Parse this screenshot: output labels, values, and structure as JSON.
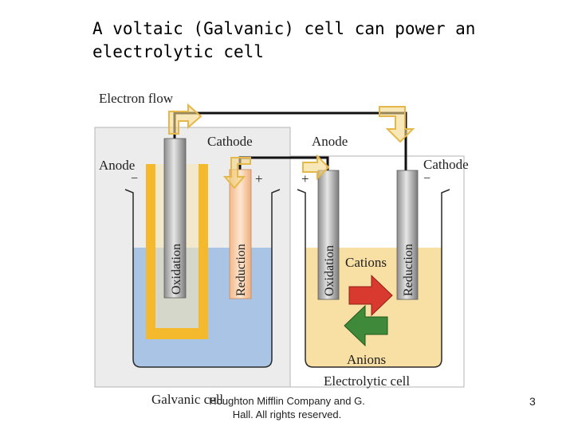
{
  "slide": {
    "title_line1": "A voltaic (Galvanic) cell can power an",
    "title_line2": "electrolytic cell",
    "footer_line1": "Houghton Mifflin Company and G.",
    "footer_line2": "Hall. All rights reserved.",
    "page_number": "3"
  },
  "diagram": {
    "electron_flow": "Electron flow",
    "galvanic": {
      "anode_label": "Anode",
      "anode_sign": "−",
      "cathode_label": "Cathode",
      "cathode_sign": "+",
      "anode_process": "Oxidation",
      "cathode_process": "Reduction",
      "caption": "Galvanic cell"
    },
    "electrolytic": {
      "anode_label": "Anode",
      "anode_sign": "+",
      "cathode_label": "Cathode",
      "cathode_sign": "−",
      "anode_process": "Oxidation",
      "cathode_process": "Reduction",
      "cations_label": "Cations",
      "anions_label": "Anions",
      "caption": "Electrolytic cell"
    },
    "colors": {
      "galvanic_solution": "#a9c4e4",
      "electrolytic_solution": "#f8dfa3",
      "salt_bridge": "#f5b92e",
      "cation_arrow": "#d83a2f",
      "anion_arrow": "#3f8a3a",
      "electron_arrow": "#f3d98a"
    }
  }
}
